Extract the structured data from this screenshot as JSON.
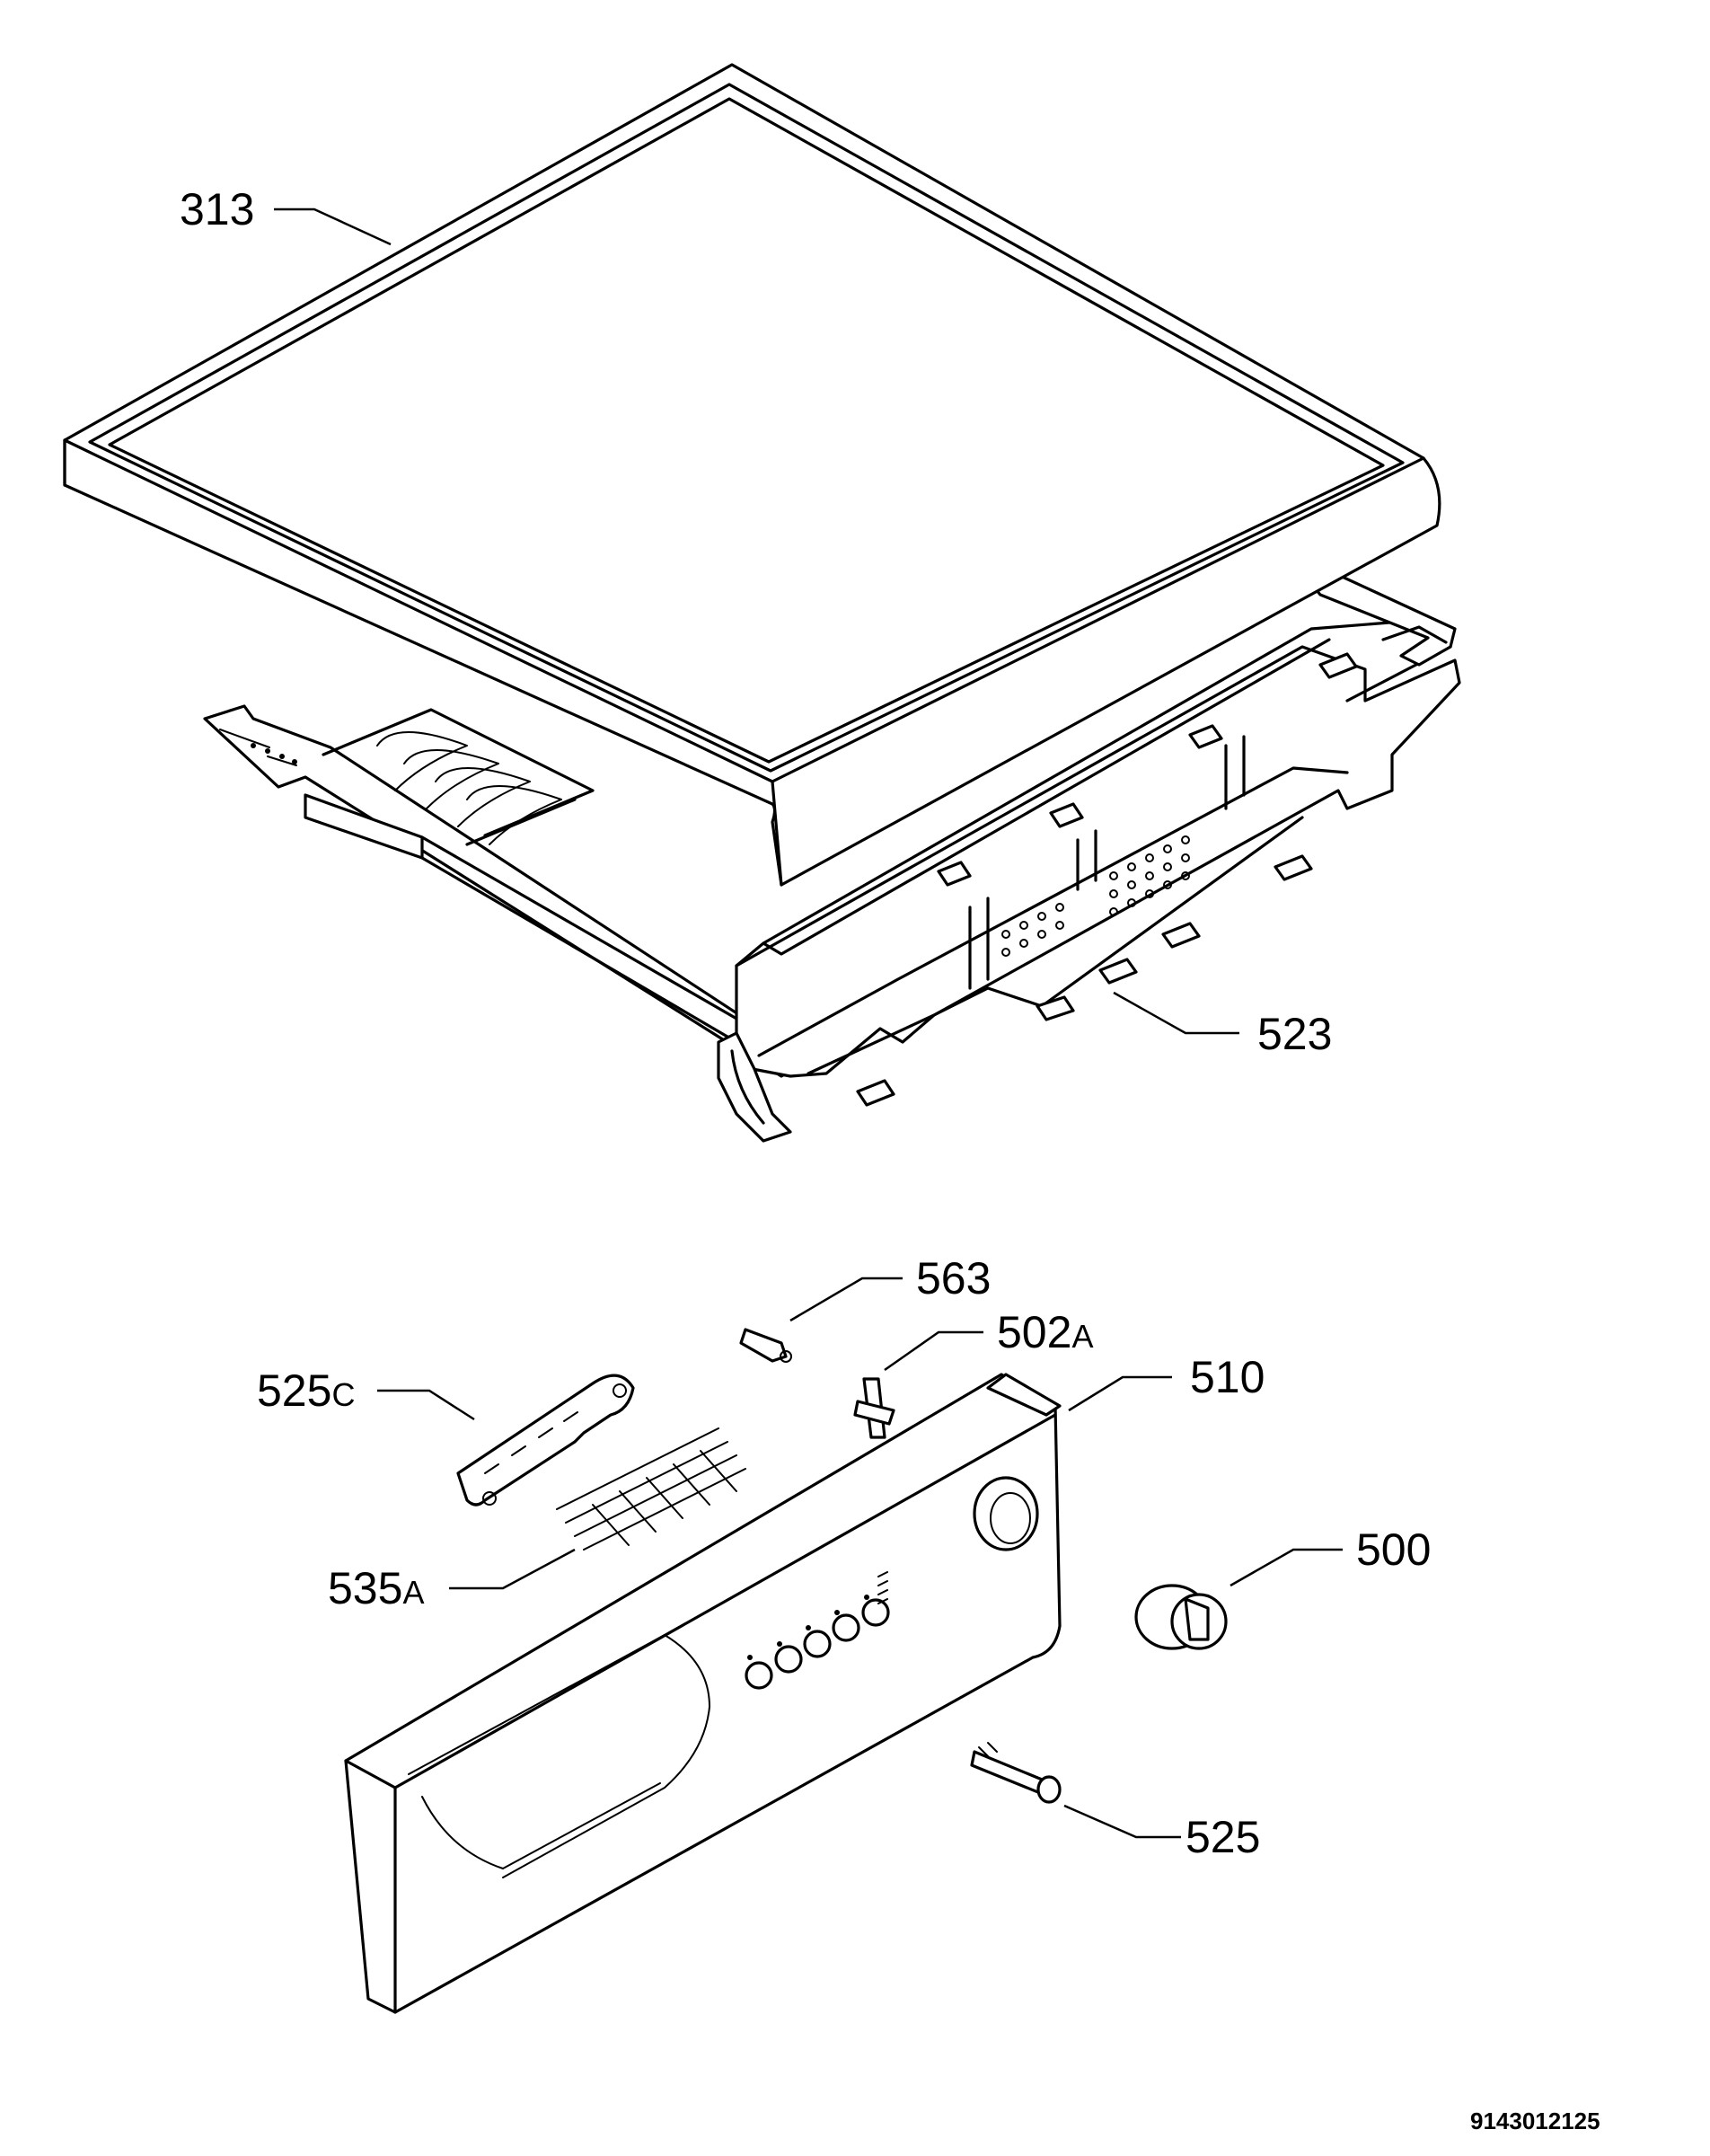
{
  "diagram": {
    "parts": [
      {
        "id": "313",
        "name": "worktop"
      },
      {
        "id": "523",
        "name": "control-panel-bracket"
      },
      {
        "id": "563",
        "name": "pin"
      },
      {
        "id": "502A",
        "name": "clip"
      },
      {
        "id": "525C",
        "name": "lamp-holder"
      },
      {
        "id": "510",
        "name": "control-panel-fascia"
      },
      {
        "id": "535A",
        "name": "wiring"
      },
      {
        "id": "500",
        "name": "knob"
      },
      {
        "id": "525",
        "name": "indicator-lamp"
      }
    ],
    "labels": {
      "p313": "313",
      "p523": "523",
      "p563": "563",
      "p502a_num": "502",
      "p502a_suf": "A",
      "p525c_num": "525",
      "p525c_suf": "C",
      "p510": "510",
      "p535a_num": "535",
      "p535a_suf": "A",
      "p500": "500",
      "p525": "525"
    },
    "document_id": "9143012125"
  }
}
